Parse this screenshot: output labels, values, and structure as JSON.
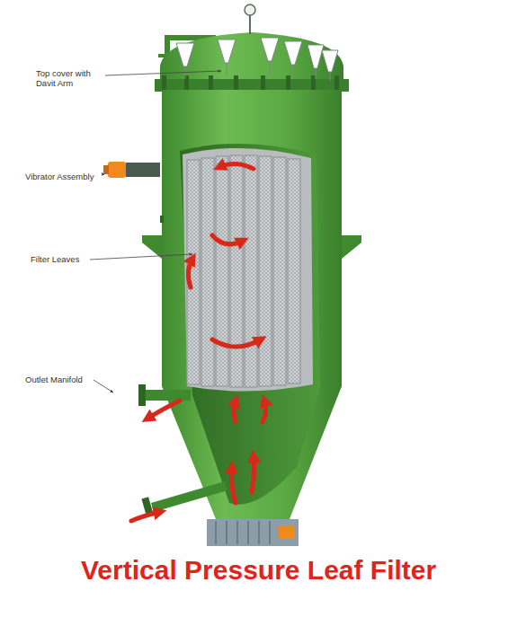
{
  "diagram": {
    "title": "Vertical Pressure Leaf Filter",
    "labels": [
      "Top cover with Davit Arm",
      "Vibrator Assembly",
      "Filter Leaves",
      "Outlet Manifold"
    ]
  }
}
